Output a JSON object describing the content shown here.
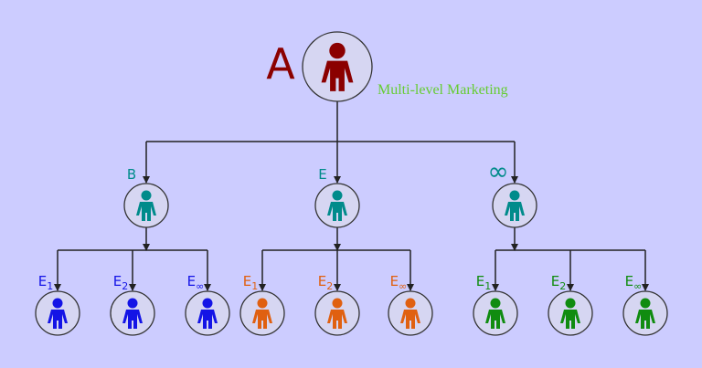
{
  "root": {
    "label": "A",
    "color": "#8b0000",
    "tag": "Multi-level  Marketing",
    "tag_color": "#66cc33"
  },
  "level1": [
    {
      "label": "B",
      "color": "#008b8b"
    },
    {
      "label": "E",
      "color": "#008b8b"
    },
    {
      "label": "∞",
      "color": "#008b8b"
    }
  ],
  "level2": [
    {
      "color": "#1414e6",
      "items": [
        {
          "base": "E",
          "sub": "1"
        },
        {
          "base": "E",
          "sub": "2"
        },
        {
          "base": "E",
          "sub": "∞"
        }
      ]
    },
    {
      "color": "#e06010",
      "items": [
        {
          "base": "E",
          "sub": "1"
        },
        {
          "base": "E",
          "sub": "2"
        },
        {
          "base": "E",
          "sub": "∞"
        }
      ]
    },
    {
      "color": "#108c10",
      "items": [
        {
          "base": "E",
          "sub": "1"
        },
        {
          "base": "E",
          "sub": "2"
        },
        {
          "base": "E",
          "sub": "∞"
        }
      ]
    }
  ],
  "colors": {
    "line": "#222222",
    "node_fill": "#d6d6f2",
    "node_stroke": "#333333"
  }
}
